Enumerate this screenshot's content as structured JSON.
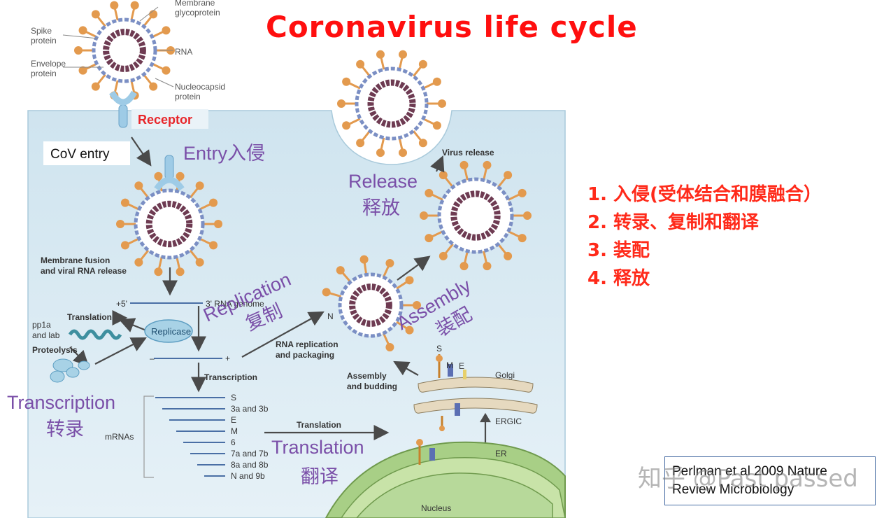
{
  "title": "Coronavirus life cycle",
  "virion_labels": {
    "membrane_glycoprotein": [
      "Membrane",
      "glycoprotein"
    ],
    "spike_protein": [
      "Spike",
      "protein"
    ],
    "envelope_protein": [
      "Envelope",
      "protein"
    ],
    "rna": "RNA",
    "nucleocapsid_protein": [
      "Nucleocapsid",
      "protein"
    ]
  },
  "receptor_label": "Receptor",
  "cov_entry_label": "CoV entry",
  "stage_labels": {
    "entry": "Entry入侵",
    "release_en": "Release",
    "release_cn": "释放",
    "replication_en": "Replication",
    "replication_cn": "复制",
    "assembly_en": "Assembly",
    "assembly_cn": "装配",
    "transcription_en": "Transcription",
    "transcription_cn": "转录",
    "translation_en": "Translation",
    "translation_cn": "翻译"
  },
  "process_labels": {
    "membrane_fusion": [
      "Membrane fusion",
      "and viral RNA release"
    ],
    "virus_release": "Virus release",
    "translation_small": "Translation",
    "pp1a": [
      "pp1a",
      "and lab"
    ],
    "proteolysis": "Proteolysis",
    "replicase": "Replicase",
    "plus_5": "+5'",
    "rna_genome": "3' RNA genome",
    "minus": "–",
    "plus": "+",
    "transcription_small": "Transcription",
    "rna_replication": [
      "RNA replication",
      "and packaging"
    ],
    "n_label": "N",
    "assembly_budding": [
      "Assembly",
      "and budding"
    ],
    "mrnas": "mRNAs",
    "translation_arrow": "Translation",
    "s_label": "S",
    "m_label": "M",
    "e_label": "E",
    "golgi": "Golgi",
    "ergic": "ERGIC",
    "er": "ER",
    "nucleus": "Nucleus"
  },
  "mrna_list": [
    "S",
    "3a and 3b",
    "E",
    "M",
    "6",
    "7a and 7b",
    "8a and 8b",
    "N and 9b"
  ],
  "steps": [
    "1. 入侵(受体结合和膜融合）",
    "2. 转录、复制和翻译",
    "3. 装配",
    "4. 释放"
  ],
  "citation": [
    "Perlman et al 2009 Nature",
    "Review Microbiology"
  ],
  "watermark": "知乎 @Past passed",
  "colors": {
    "title": "#ff0f0f",
    "steps": "#ff2a1a",
    "stage_label": "#7a4fa8",
    "cell_bg": "#dcecf4",
    "spike": "#e39a4e",
    "membrane": "#6e3b52",
    "receptor_red": "#e8262a"
  }
}
